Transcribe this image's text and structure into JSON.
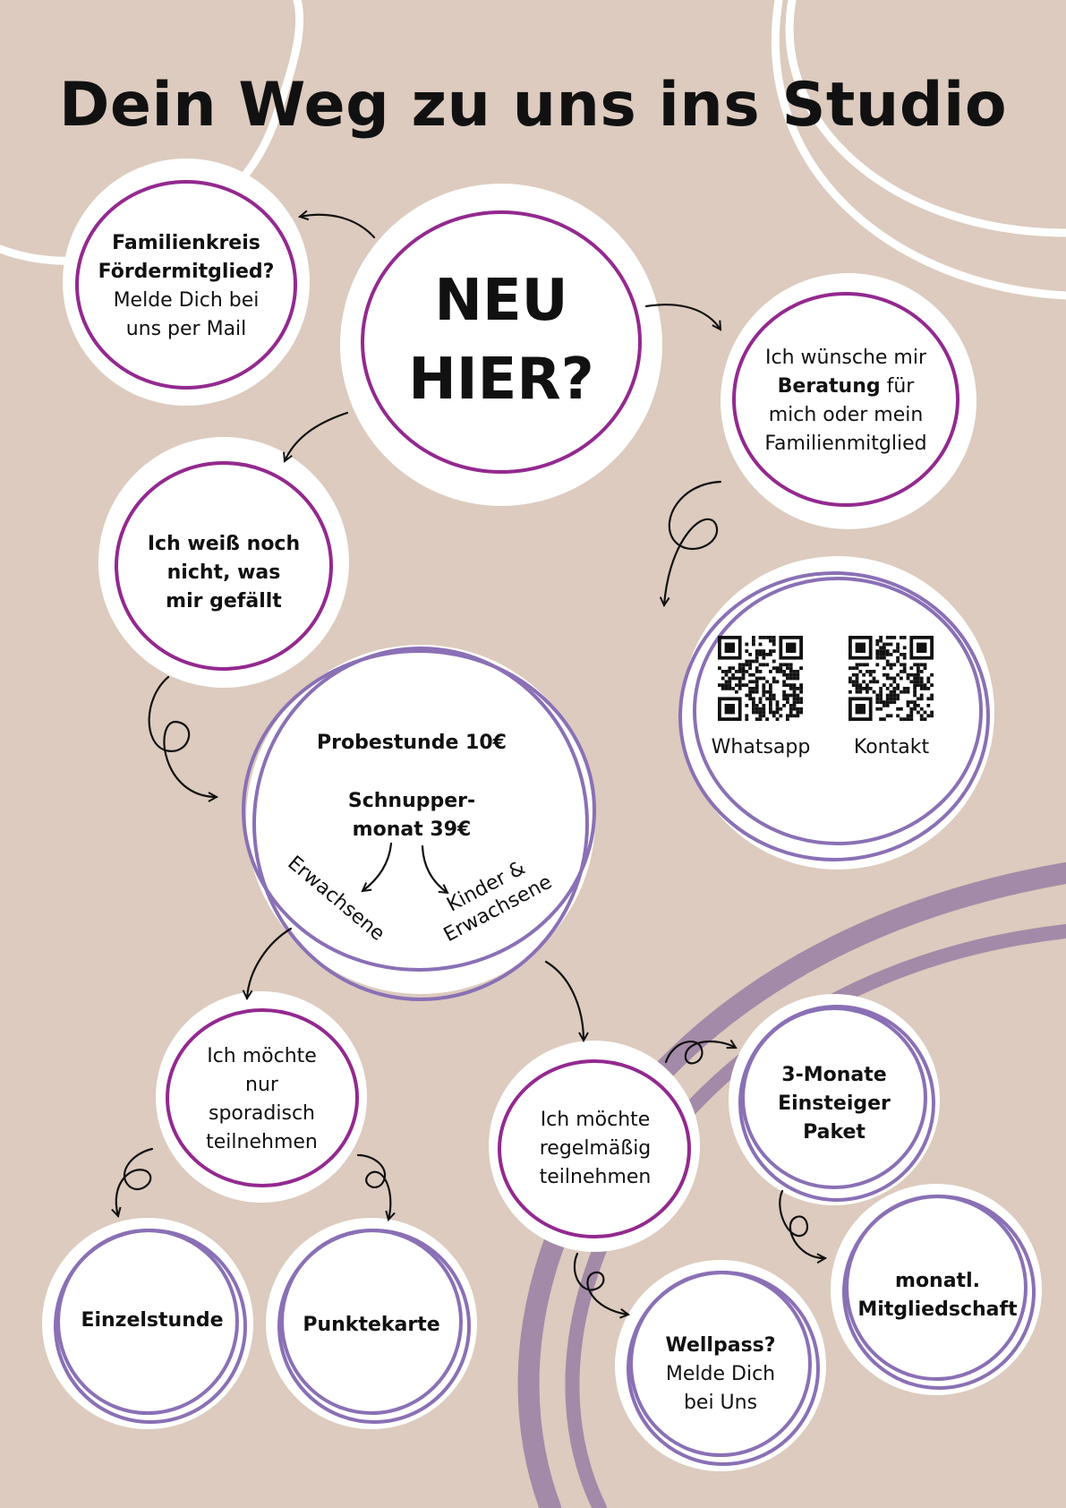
{
  "title": "Dein Weg zu uns ins Studio",
  "colors": {
    "background": "#dccbbe",
    "magenta": "#93298f",
    "lavender": "#8a70b5",
    "band": "#a38aa8",
    "white": "#ffffff"
  },
  "center": {
    "line1": "NEU",
    "line2": "HIER?"
  },
  "familienkreis": {
    "line1": "Familienkreis",
    "line2": "Fördermitglied?",
    "line3": "Melde Dich bei",
    "line4": "uns per Mail"
  },
  "beratung": {
    "line1": "Ich wünsche mir",
    "line2_bold": "Beratung",
    "line2_rest": " für",
    "line3": "mich oder mein",
    "line4": "Familienmitglied"
  },
  "unsure": {
    "line1": "Ich weiß noch",
    "line2": "nicht, was",
    "line3": "mir gefällt"
  },
  "qr": {
    "whatsapp_label": "Whatsapp",
    "kontakt_label": "Kontakt",
    "icon": "qr-code-icon"
  },
  "trial": {
    "probestunde": "Probestunde 10€",
    "schnupper1": "Schnupper-",
    "schnupper2": "monat 39€",
    "adults": "Erwachsene",
    "kids1": "Kinder &",
    "kids2": "Erwachsene"
  },
  "sporadic": {
    "line1": "Ich möchte",
    "line2": "nur",
    "line3": "sporadisch",
    "line4": "teilnehmen"
  },
  "regular": {
    "line1": "Ich möchte",
    "line2": "regelmäßig",
    "line3": "teilnehmen"
  },
  "einzelstunde": "Einzelstunde",
  "punktekarte": "Punktekarte",
  "einsteiger": {
    "line1": "3-Monate",
    "line2": "Einsteiger",
    "line3": "Paket"
  },
  "mitgliedschaft": {
    "line1": "monatl.",
    "line2": "Mitgliedschaft"
  },
  "wellpass": {
    "line1": "Wellpass?",
    "line2": "Melde Dich",
    "line3": "bei Uns"
  }
}
